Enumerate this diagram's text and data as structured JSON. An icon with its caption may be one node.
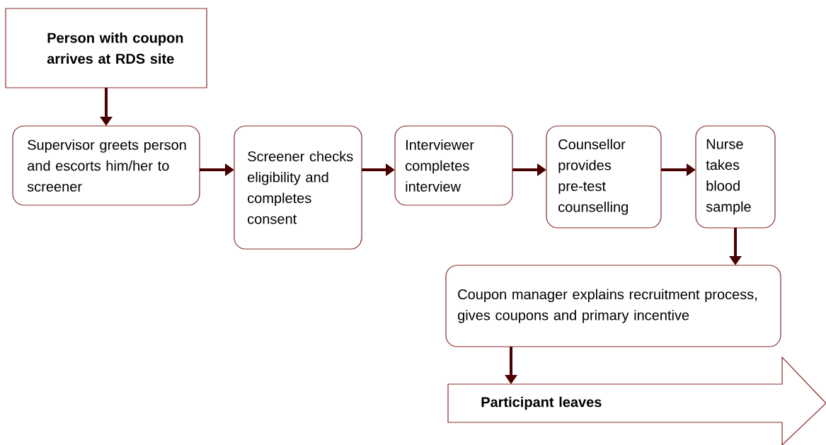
{
  "diagram": {
    "nodes": [
      {
        "text": [
          "Person with coupon arrives at RDS site"
        ]
      },
      {
        "text": [
          "Supervisor greets person and escorts him/her to screener"
        ]
      },
      {
        "text": [
          "Screener checks eligibility and completes consent"
        ]
      },
      {
        "text": [
          "Interviewer completes interview"
        ]
      },
      {
        "text": [
          "Counsellor provides pre-test counselling"
        ]
      },
      {
        "text": [
          "Nurse takes blood sample"
        ]
      },
      {
        "text": [
          "Coupon manager explains recruitment process, gives coupons and primary incentive"
        ]
      },
      {
        "text": [
          "Participant leaves"
        ]
      }
    ],
    "edges": [
      {
        "from": 0,
        "to": 1,
        "arrow": "to"
      },
      {
        "from": 1,
        "to": 2,
        "arrow": "to"
      },
      {
        "from": 2,
        "to": 3,
        "arrow": "to"
      },
      {
        "from": 3,
        "to": 4,
        "arrow": "to"
      },
      {
        "from": 4,
        "to": 5,
        "arrow": "to"
      },
      {
        "from": 5,
        "to": 6,
        "arrow": "to"
      },
      {
        "from": 6,
        "to": 7,
        "arrow": "to"
      }
    ]
  }
}
